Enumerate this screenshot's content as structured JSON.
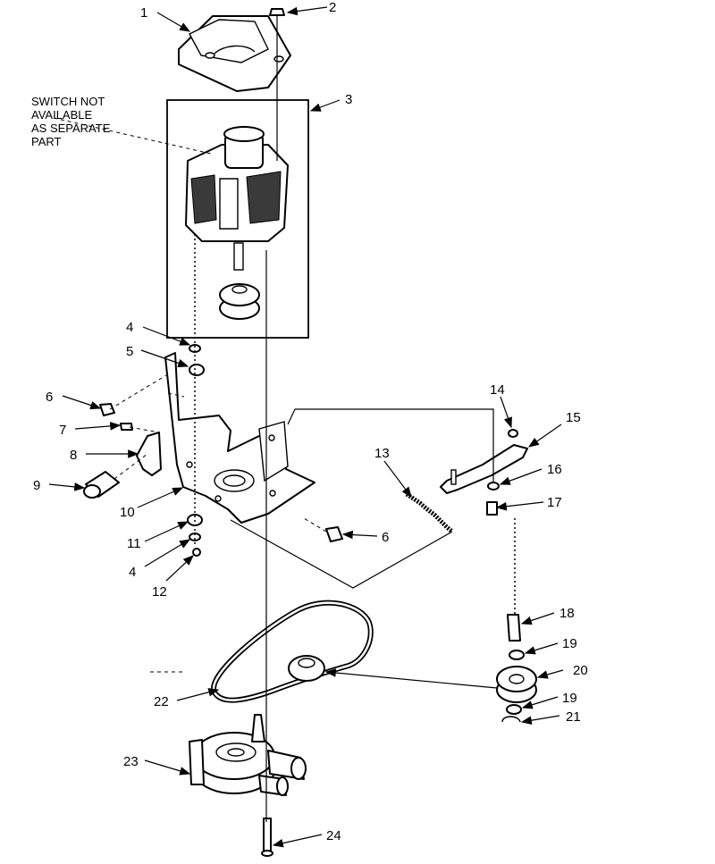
{
  "diagram": {
    "note": [
      "SWITCH NOT",
      "AVAILABLE",
      "AS SEPARATE",
      "PART"
    ],
    "callouts": [
      "1",
      "2",
      "3",
      "4",
      "5",
      "6",
      "7",
      "8",
      "9",
      "10",
      "11",
      "4",
      "12",
      "13",
      "14",
      "15",
      "16",
      "17",
      "6",
      "18",
      "19",
      "20",
      "19",
      "21",
      "22",
      "23",
      "24"
    ]
  }
}
